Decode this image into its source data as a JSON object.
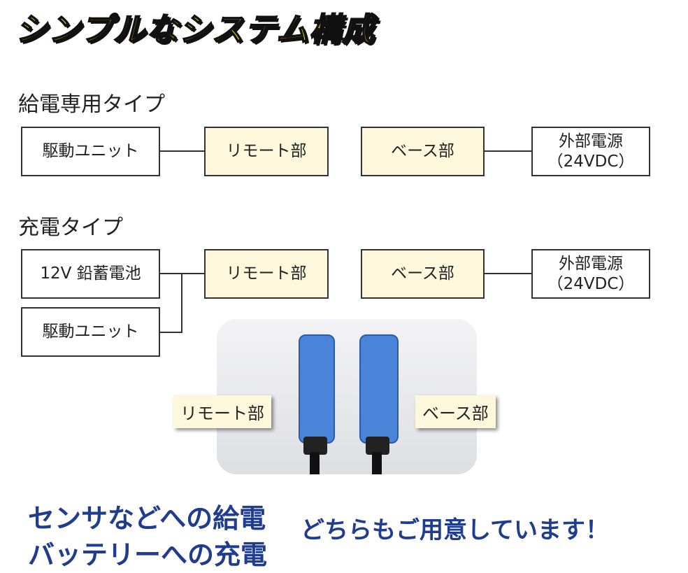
{
  "title": "シンプルなシステム構成",
  "type1": {
    "heading": "給電専用タイプ",
    "left_box": "駆動ユニット",
    "remote": "リモート部",
    "base": "ベース部",
    "power_line1": "外部電源",
    "power_line2": "（24VDC）"
  },
  "type2": {
    "heading": "充電タイプ",
    "battery_box": "12V 鉛蓄電池",
    "drive_box": "駆動ユニット",
    "remote": "リモート部",
    "base": "ベース部",
    "power_line1": "外部電源",
    "power_line2": "（24VDC）"
  },
  "photo": {
    "remote_label": "リモート部",
    "base_label": "ベース部"
  },
  "bottom": {
    "line1": "センサなどへの給電",
    "line2": "バッテリーへの充電",
    "right": "どちらもご用意しています！"
  },
  "colors": {
    "title_fill": "#f5e300",
    "box_cream": "#fdf8dc",
    "sensor_blue": "#4a84d8",
    "text_blue": "#1f3c8f"
  }
}
